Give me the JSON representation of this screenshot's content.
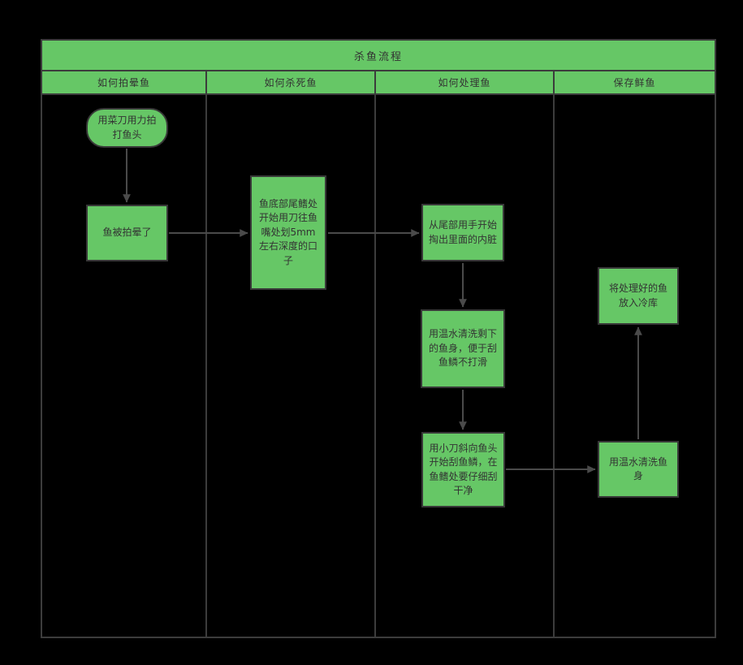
{
  "diagram": {
    "title": "杀鱼流程",
    "lanes": [
      {
        "label": "如何拍晕鱼"
      },
      {
        "label": "如何杀死鱼"
      },
      {
        "label": "如何处理鱼"
      },
      {
        "label": "保存鲜鱼"
      }
    ],
    "nodes": [
      {
        "id": "start",
        "lane": "如何拍晕鱼",
        "shape": "rounded-rect",
        "text": "用菜刀用力拍打鱼头"
      },
      {
        "id": "stunned",
        "lane": "如何拍晕鱼",
        "shape": "rect",
        "text": "鱼被拍晕了"
      },
      {
        "id": "cut-belly",
        "lane": "如何杀死鱼",
        "shape": "rect",
        "text": "鱼底部尾鳍处开始用刀往鱼嘴处划5mm左右深度的口子"
      },
      {
        "id": "gut",
        "lane": "如何处理鱼",
        "shape": "rect",
        "text": "从尾部用手开始掏出里面的内脏"
      },
      {
        "id": "warm-rinse",
        "lane": "如何处理鱼",
        "shape": "rect",
        "text": "用温水清洗剩下的鱼身，便于刮鱼鳞不打滑"
      },
      {
        "id": "descale",
        "lane": "如何处理鱼",
        "shape": "rect",
        "text": "用小刀斜向鱼头开始刮鱼鳞，在鱼鳍处要仔细刮干净"
      },
      {
        "id": "cold-storage",
        "lane": "保存鲜鱼",
        "shape": "rect",
        "text": "将处理好的鱼放入冷库"
      },
      {
        "id": "rinse-body",
        "lane": "保存鲜鱼",
        "shape": "rect",
        "text": "用温水清洗鱼身"
      }
    ],
    "edges": [
      {
        "from": "start",
        "to": "stunned"
      },
      {
        "from": "stunned",
        "to": "cut-belly"
      },
      {
        "from": "cut-belly",
        "to": "gut"
      },
      {
        "from": "gut",
        "to": "warm-rinse"
      },
      {
        "from": "warm-rinse",
        "to": "descale"
      },
      {
        "from": "descale",
        "to": "rinse-body"
      },
      {
        "from": "rinse-body",
        "to": "cold-storage"
      }
    ],
    "colors": {
      "background": "#000000",
      "shape_fill": "#66c766",
      "shape_border": "#383838",
      "connector": "#4a4a4a",
      "text": "#333333"
    }
  }
}
